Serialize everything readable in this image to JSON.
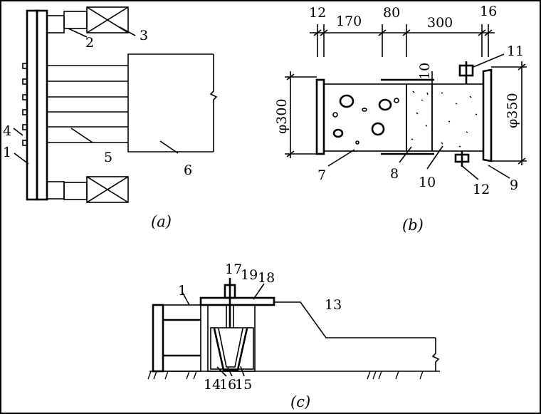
{
  "figure": {
    "panel_a": {
      "caption": "(a)",
      "labels": {
        "l1": "1",
        "l2": "2",
        "l3": "3",
        "l4": "4",
        "l5": "5",
        "l6": "6"
      }
    },
    "panel_b": {
      "caption": "(b)",
      "dimensions": {
        "d12": "12",
        "d170": "170",
        "d80": "80",
        "d300": "300",
        "d16": "16",
        "d10": "10",
        "dia300": "φ300",
        "dia350": "φ350"
      },
      "labels": {
        "l7": "7",
        "l8": "8",
        "l9": "9",
        "l10": "10",
        "l11": "11",
        "l12": "12"
      }
    },
    "panel_c": {
      "caption": "(c)",
      "labels": {
        "l1": "1",
        "l13": "13",
        "l14": "14",
        "l15": "15",
        "l16": "16",
        "l17": "17",
        "l18": "18",
        "l19": "19"
      }
    }
  }
}
